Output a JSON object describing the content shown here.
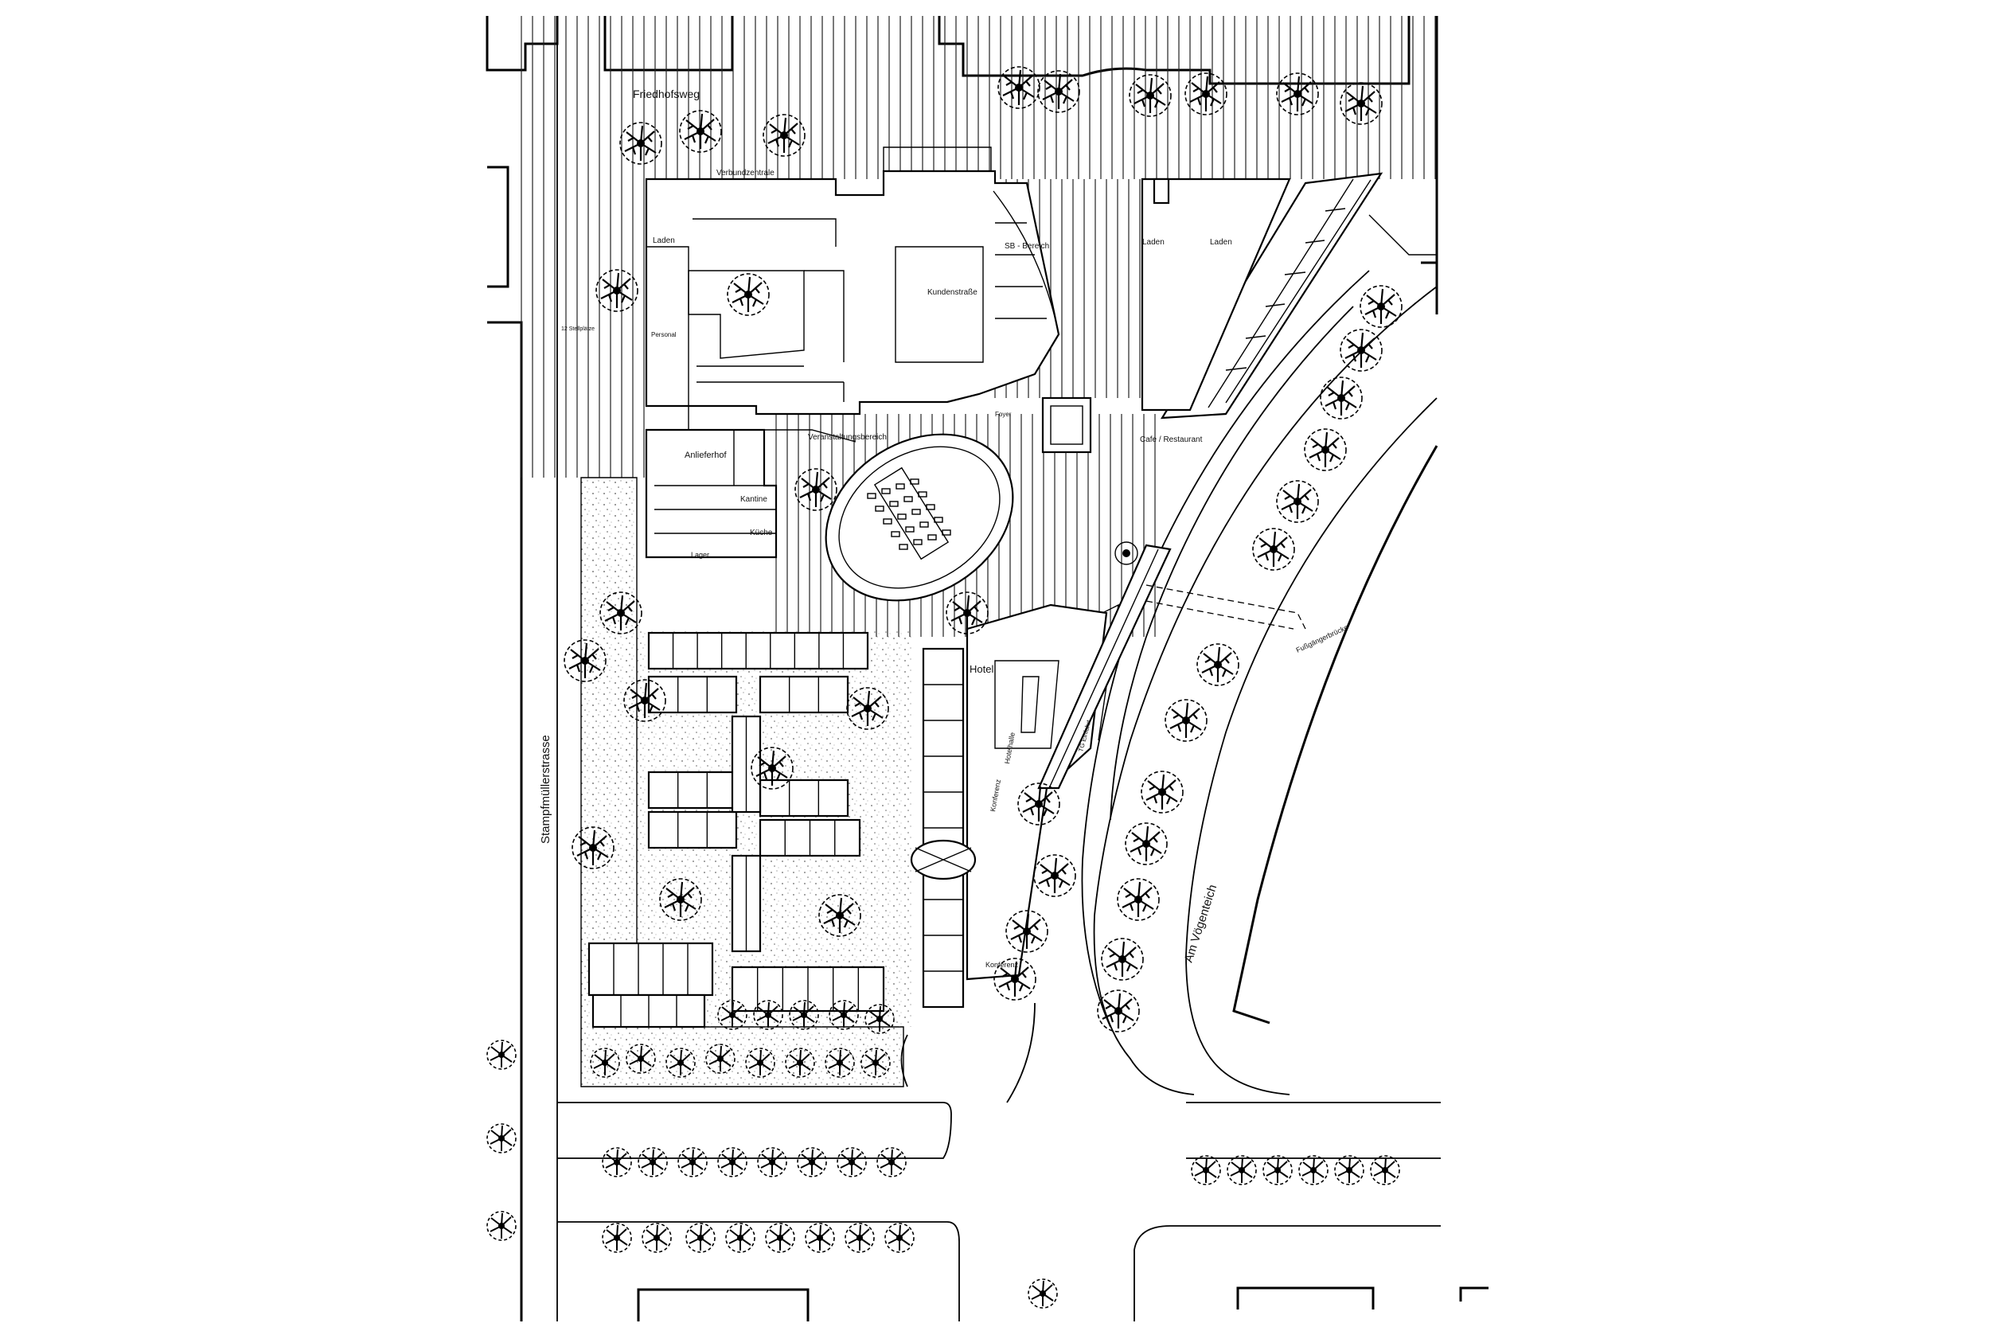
{
  "map": {
    "type": "site-plan",
    "labels": {
      "street_north": "Friedhofsweg",
      "street_west": "Stampfmüllerstrasse",
      "street_east": "Am Vögenteich",
      "verbundzentrale": "Verbundzentrale",
      "kundenstrasse": "Kundenstraße",
      "sb_bereich": "SB - Bereich",
      "laden_1": "Laden",
      "laden_2": "Laden",
      "laden_3": "Laden",
      "anlieferhof": "Anlieferhof",
      "kantine": "Kantine",
      "kueche": "Küche",
      "lager": "Lager",
      "veranstaltungsbereich": "Veranstaltungsbereich",
      "cafe": "Cafe / Restaurant",
      "hotel": "Hotel",
      "hotelhalle": "Hotelhalle",
      "konferenz_1": "Konferenz",
      "konferenz_2": "Konferenz",
      "fussgaengerbruecke": "Fußgängerbrücke",
      "foyer": "Foyer",
      "personal": "Personal",
      "stellplaetze": "12 Stellplätze",
      "tg_einfahrt": "TG Einfahrt"
    }
  }
}
